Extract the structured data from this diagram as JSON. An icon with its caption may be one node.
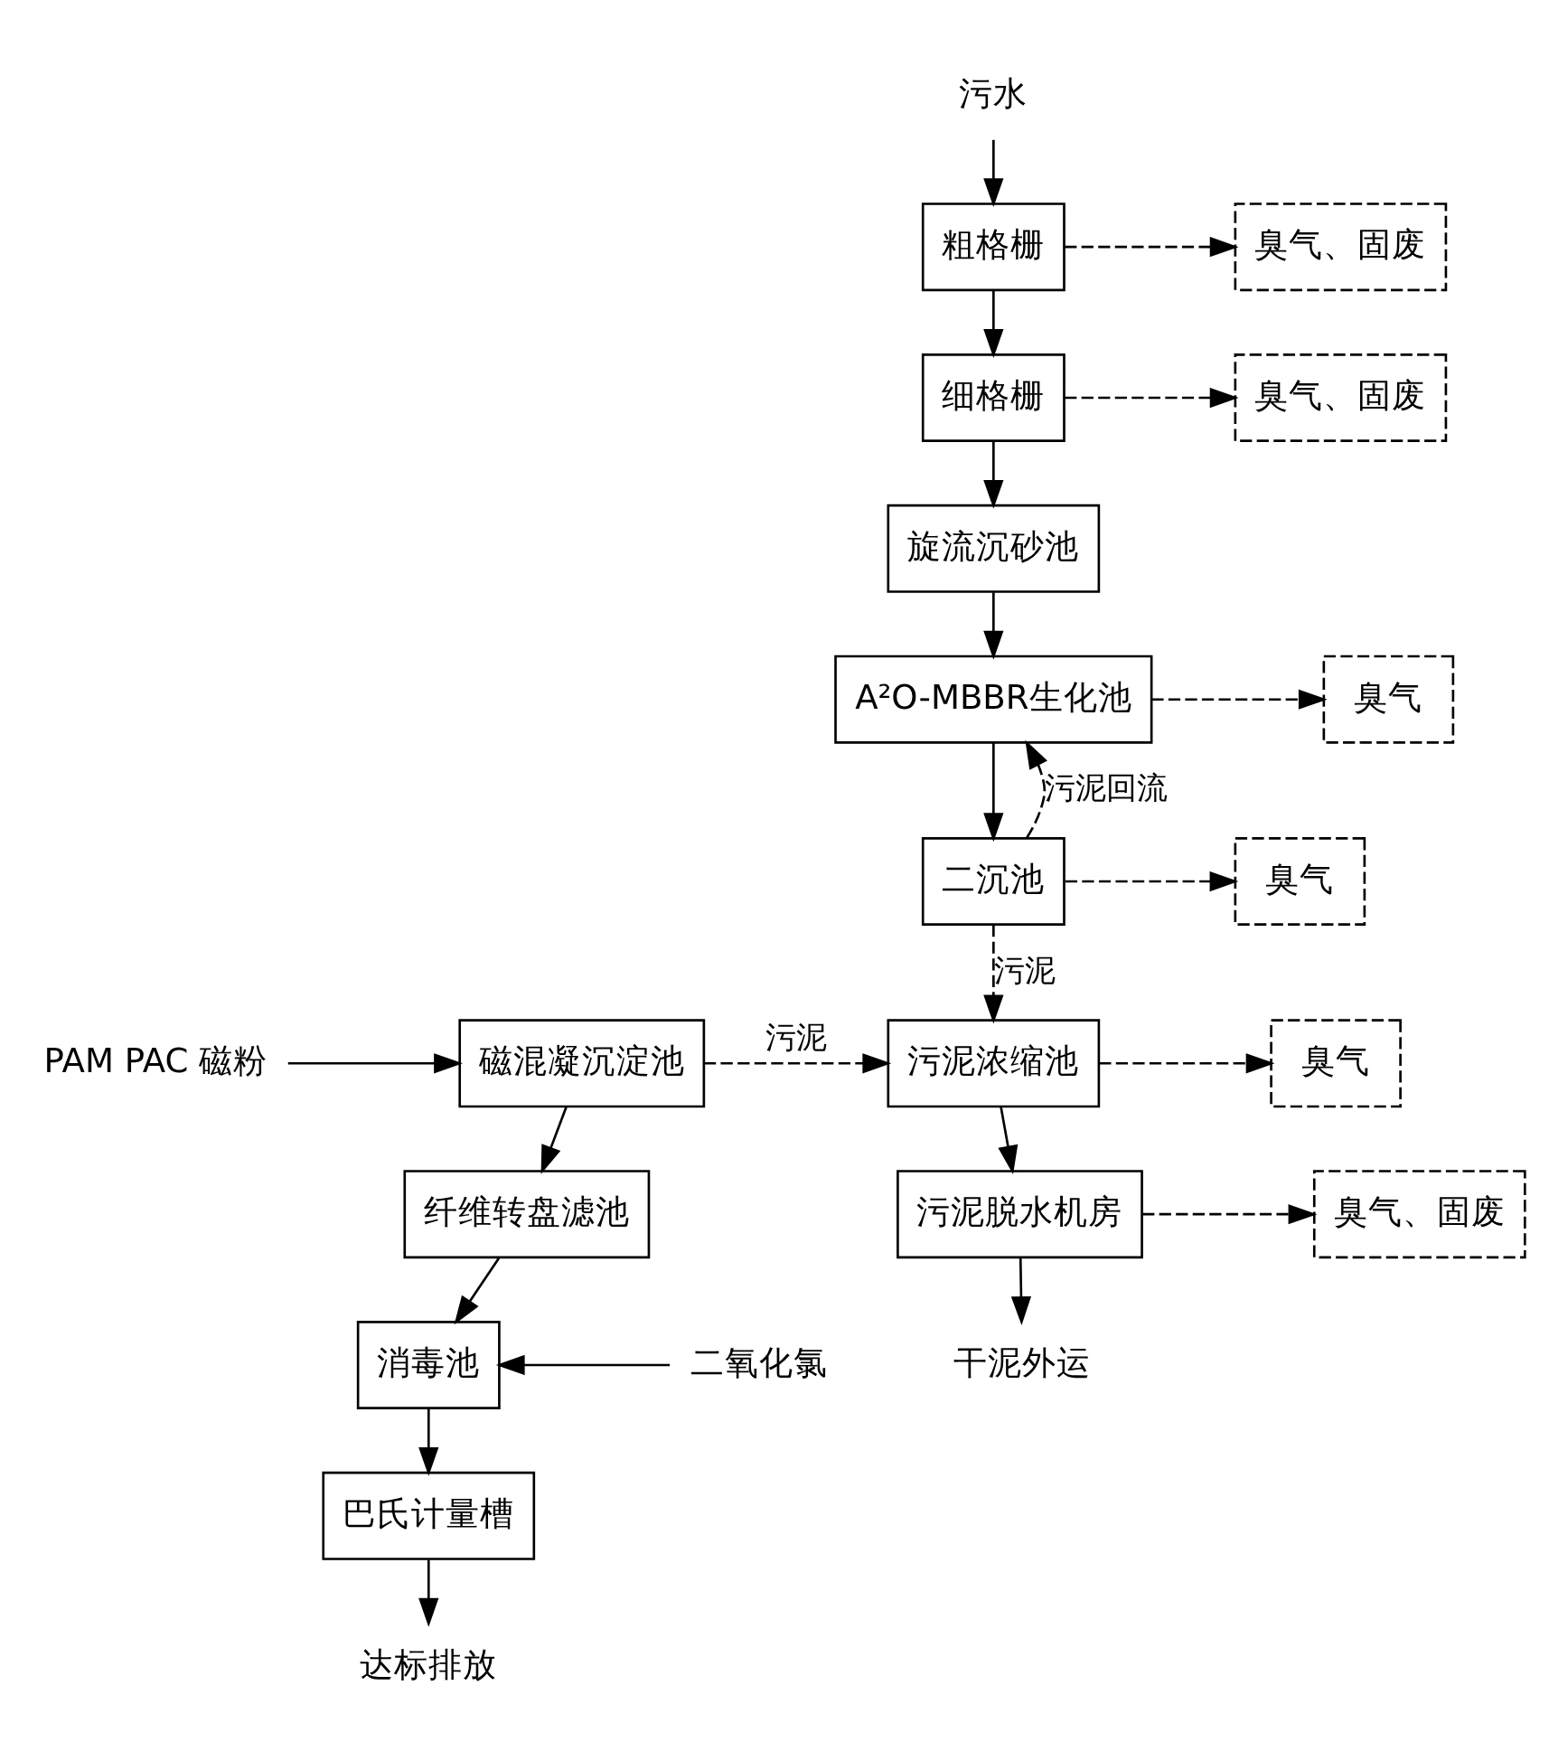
{
  "diagram": {
    "nodes": [
      {
        "text": [
          "污水"
        ]
      },
      {
        "text": [
          "粗格栅"
        ]
      },
      {
        "text": [
          "臭气、固废"
        ]
      },
      {
        "text": [
          "细格栅"
        ]
      },
      {
        "text": [
          "臭气、固废"
        ]
      },
      {
        "text": [
          "旋流沉砂池"
        ]
      },
      {
        "text": [
          "A²O-MBBR生化池"
        ]
      },
      {
        "text": [
          "臭气"
        ]
      },
      {
        "text": [
          "二沉池"
        ]
      },
      {
        "text": [
          "臭气"
        ]
      },
      {
        "text": [
          "PAM PAC 磁粉"
        ]
      },
      {
        "text": [
          "磁混凝沉淀池"
        ]
      },
      {
        "text": [
          "污泥浓缩池"
        ]
      },
      {
        "text": [
          "臭气"
        ]
      },
      {
        "text": [
          "纤维转盘滤池"
        ]
      },
      {
        "text": [
          "污泥脱水机房"
        ]
      },
      {
        "text": [
          "臭气、固废"
        ]
      },
      {
        "text": [
          "二氧化氯"
        ]
      },
      {
        "text": [
          "消毒池"
        ]
      },
      {
        "text": [
          "干泥外运"
        ]
      },
      {
        "text": [
          "巴氏计量槽"
        ]
      },
      {
        "text": [
          "达标排放"
        ]
      }
    ],
    "edges": [
      {
        "from": 0,
        "to": 1,
        "arrow": "to"
      },
      {
        "from": 1,
        "to": 2,
        "arrow": "to",
        "style": "dashed"
      },
      {
        "from": 1,
        "to": 3,
        "arrow": "to"
      },
      {
        "from": 3,
        "to": 4,
        "arrow": "to",
        "style": "dashed"
      },
      {
        "from": 3,
        "to": 5,
        "arrow": "to"
      },
      {
        "from": 5,
        "to": 6,
        "arrow": "to"
      },
      {
        "from": 6,
        "to": 7,
        "arrow": "to",
        "style": "dashed"
      },
      {
        "from": 6,
        "to": 8,
        "arrow": "to"
      },
      {
        "from": 8,
        "to": 6,
        "arrow": "to",
        "style": "dashed",
        "label": "污泥回流"
      },
      {
        "from": 8,
        "to": 9,
        "arrow": "to",
        "style": "dashed"
      },
      {
        "from": 8,
        "to": 12,
        "arrow": "to",
        "style": "dashed",
        "label": "污泥"
      },
      {
        "from": 10,
        "to": 11,
        "arrow": "to"
      },
      {
        "from": 11,
        "to": 12,
        "arrow": "to",
        "style": "dashed",
        "label": "污泥"
      },
      {
        "from": 11,
        "to": 14,
        "arrow": "to"
      },
      {
        "from": 12,
        "to": 13,
        "arrow": "to",
        "style": "dashed"
      },
      {
        "from": 12,
        "to": 15,
        "arrow": "to"
      },
      {
        "from": 15,
        "to": 16,
        "arrow": "to",
        "style": "dashed"
      },
      {
        "from": 15,
        "to": 19,
        "arrow": "to"
      },
      {
        "from": 14,
        "to": 18,
        "arrow": "to"
      },
      {
        "from": 17,
        "to": 18,
        "arrow": "to"
      },
      {
        "from": 18,
        "to": 20,
        "arrow": "to"
      },
      {
        "from": 20,
        "to": 21,
        "arrow": "to"
      }
    ]
  }
}
